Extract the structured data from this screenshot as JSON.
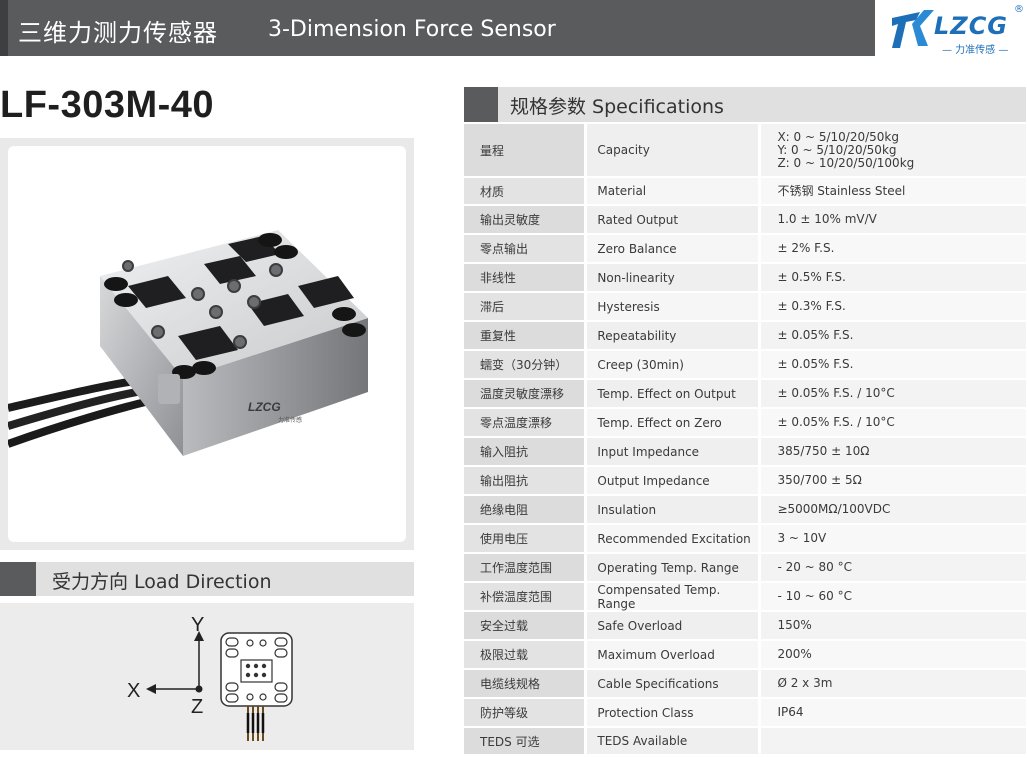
{
  "header": {
    "title_cn": "三维力测力传感器",
    "title_en": "3-Dimension Force Sensor"
  },
  "logo": {
    "text": "LZCG",
    "sub": "— 力准传感 —",
    "reg": "®",
    "color": "#1d6fb8"
  },
  "model": "LF-303M-40",
  "photo": {
    "label": "LZCG",
    "label_sub": "力准传感"
  },
  "load_direction": {
    "title": "受力方向 Load Direction",
    "axis_x": "X",
    "axis_y": "Y",
    "axis_z": "Z"
  },
  "specs": {
    "title": "规格参数 Specifications",
    "rows": [
      {
        "cn": "量程",
        "en": "Capacity",
        "value": "X: 0 ~ 5/10/20/50kg\nY: 0 ~ 5/10/20/50kg\nZ: 0 ~ 10/20/50/100kg"
      },
      {
        "cn": "材质",
        "en": "Material",
        "value": "不锈钢 Stainless Steel"
      },
      {
        "cn": "输出灵敏度",
        "en": "Rated Output",
        "value": "1.0 ± 10% mV/V"
      },
      {
        "cn": "零点输出",
        "en": "Zero Balance",
        "value": "± 2% F.S."
      },
      {
        "cn": "非线性",
        "en": "Non-linearity",
        "value": "± 0.5% F.S."
      },
      {
        "cn": "滞后",
        "en": "Hysteresis",
        "value": "± 0.3% F.S."
      },
      {
        "cn": "重复性",
        "en": "Repeatability",
        "value": "± 0.05% F.S."
      },
      {
        "cn": "蠕变（30分钟）",
        "en": "Creep (30min)",
        "value": "± 0.05% F.S."
      },
      {
        "cn": "温度灵敏度漂移",
        "en": "Temp. Effect on Output",
        "value": "± 0.05% F.S. / 10°C"
      },
      {
        "cn": "零点温度漂移",
        "en": "Temp. Effect on Zero",
        "value": "± 0.05% F.S. / 10°C"
      },
      {
        "cn": "输入阻抗",
        "en": "Input Impedance",
        "value": "385/750 ± 10Ω"
      },
      {
        "cn": "输出阻抗",
        "en": "Output Impedance",
        "value": "350/700 ± 5Ω"
      },
      {
        "cn": "绝缘电阻",
        "en": "Insulation",
        "value": "≥5000MΩ/100VDC"
      },
      {
        "cn": "使用电压",
        "en": "Recommended Excitation",
        "value": "3 ~ 10V"
      },
      {
        "cn": "工作温度范围",
        "en": "Operating Temp. Range",
        "value": "- 20 ~ 80 °C"
      },
      {
        "cn": "补偿温度范围",
        "en": "Compensated Temp. Range",
        "value": "- 10 ~ 60 °C"
      },
      {
        "cn": "安全过载",
        "en": "Safe Overload",
        "value": "150%"
      },
      {
        "cn": "极限过载",
        "en": "Maximum Overload",
        "value": "200%"
      },
      {
        "cn": "电缆线规格",
        "en": "Cable Specifications",
        "value": "Ø 2 x 3m"
      },
      {
        "cn": "防护等级",
        "en": "Protection Class",
        "value": "IP64"
      },
      {
        "cn": "TEDS 可选",
        "en": "TEDS Available",
        "value": ""
      }
    ]
  }
}
